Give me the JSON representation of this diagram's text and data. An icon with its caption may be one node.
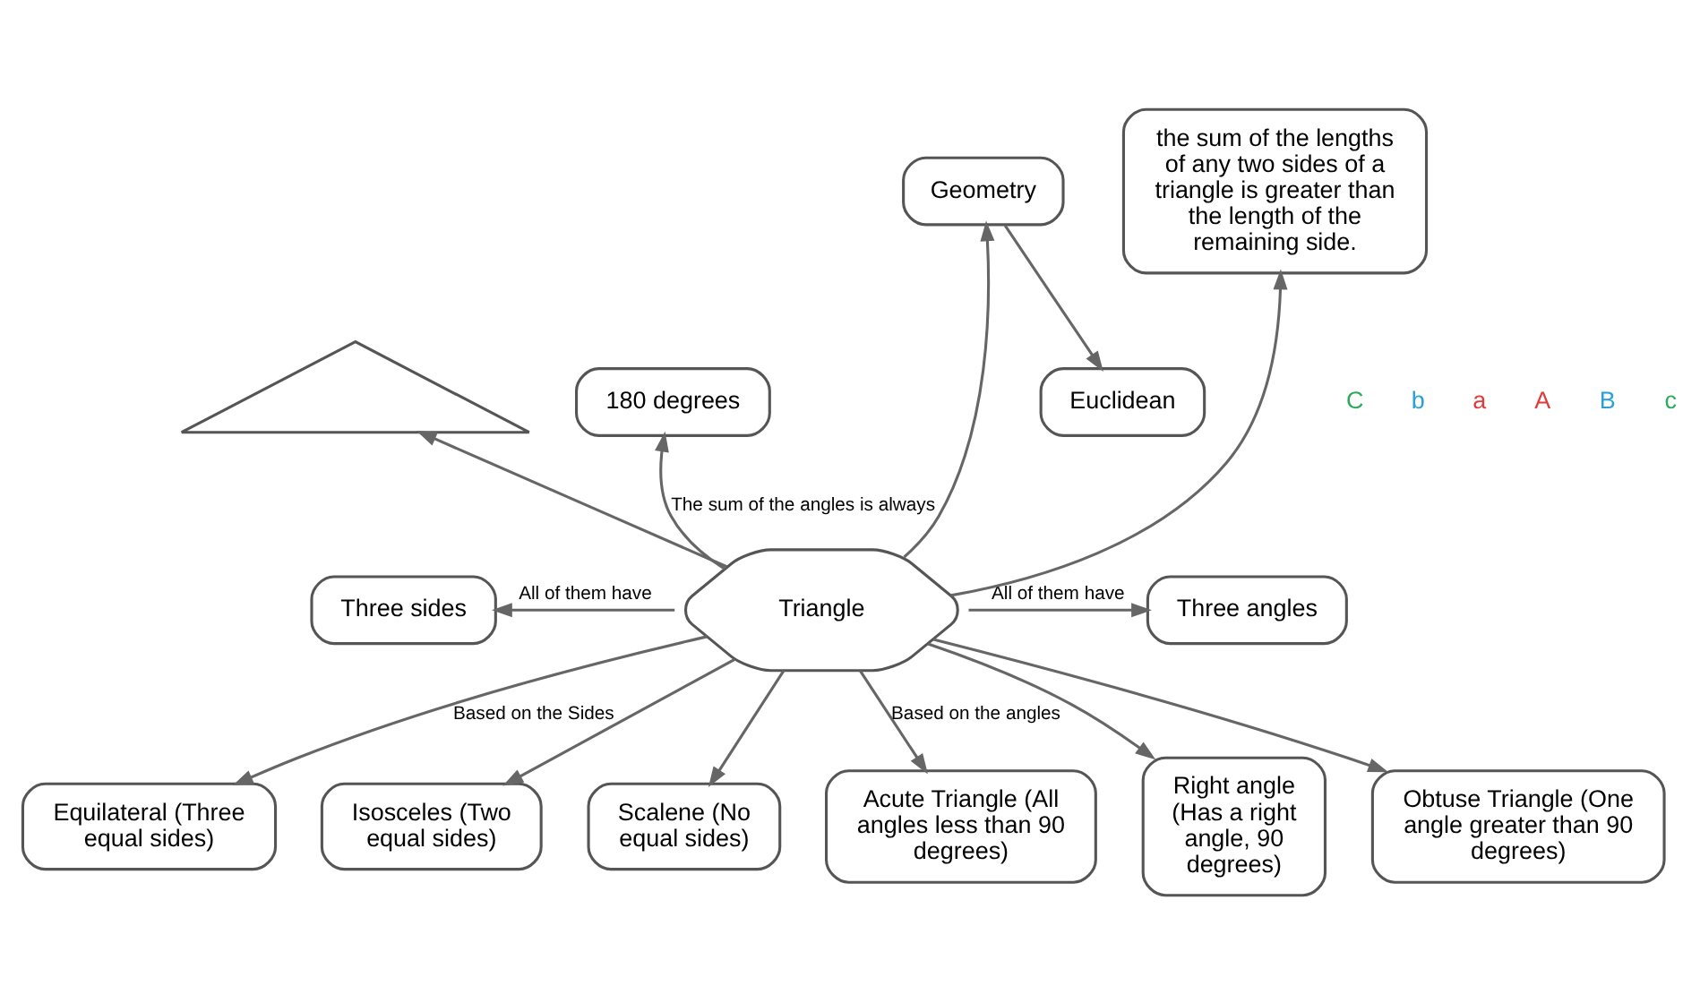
{
  "diagram": {
    "nodes": [
      {
        "text": [
          "Triangle"
        ]
      },
      {
        "text": [],
        "shape": "triangle"
      },
      {
        "text": [
          "180 degrees"
        ]
      },
      {
        "text": [
          "Euclidean"
        ]
      },
      {
        "text": [
          "Geometry"
        ]
      },
      {
        "text": [
          "the sum of the lengths of any two sides of a triangle is greater than the length of the remaining side."
        ]
      },
      {
        "text": [
          "Three sides"
        ]
      },
      {
        "text": [
          "Three angles"
        ]
      },
      {
        "text": [
          "Equilateral (Three equal sides)"
        ]
      },
      {
        "text": [
          "Isosceles (Two equal sides)"
        ]
      },
      {
        "text": [
          "Scalene (No equal sides)"
        ]
      },
      {
        "text": [
          "Acute Triangle (All angles less than 90 degrees)"
        ]
      },
      {
        "text": [
          "Right angle (Has a right angle, 90 degrees)"
        ]
      },
      {
        "text": [
          "Obtuse Triangle (One angle greater than 90 degrees)"
        ]
      }
    ],
    "edges": [
      {
        "from": 0,
        "to": 1,
        "arrow": "to"
      },
      {
        "from": 0,
        "to": 2,
        "arrow": "to",
        "label": "The sum of the angles is always"
      },
      {
        "from": 0,
        "to": 5,
        "arrow": "to"
      },
      {
        "from": 0,
        "to": 4,
        "arrow": "to"
      },
      {
        "from": 4,
        "to": 3,
        "arrow": "to"
      },
      {
        "from": 0,
        "to": 6,
        "arrow": "to",
        "label": "All of them have"
      },
      {
        "from": 0,
        "to": 7,
        "arrow": "to",
        "label": "All of them have"
      },
      {
        "from": 0,
        "to": 8,
        "arrow": "to",
        "label": "Based on the Sides"
      },
      {
        "from": 0,
        "to": 9,
        "arrow": "to"
      },
      {
        "from": 0,
        "to": 10,
        "arrow": "to"
      },
      {
        "from": 0,
        "to": 11,
        "arrow": "to",
        "label": "Based on the angles"
      },
      {
        "from": 0,
        "to": 12,
        "arrow": "to"
      },
      {
        "from": 0,
        "to": 13,
        "arrow": "to"
      }
    ],
    "labels": [
      "C",
      "b",
      "a",
      "A",
      "B",
      "c"
    ]
  }
}
